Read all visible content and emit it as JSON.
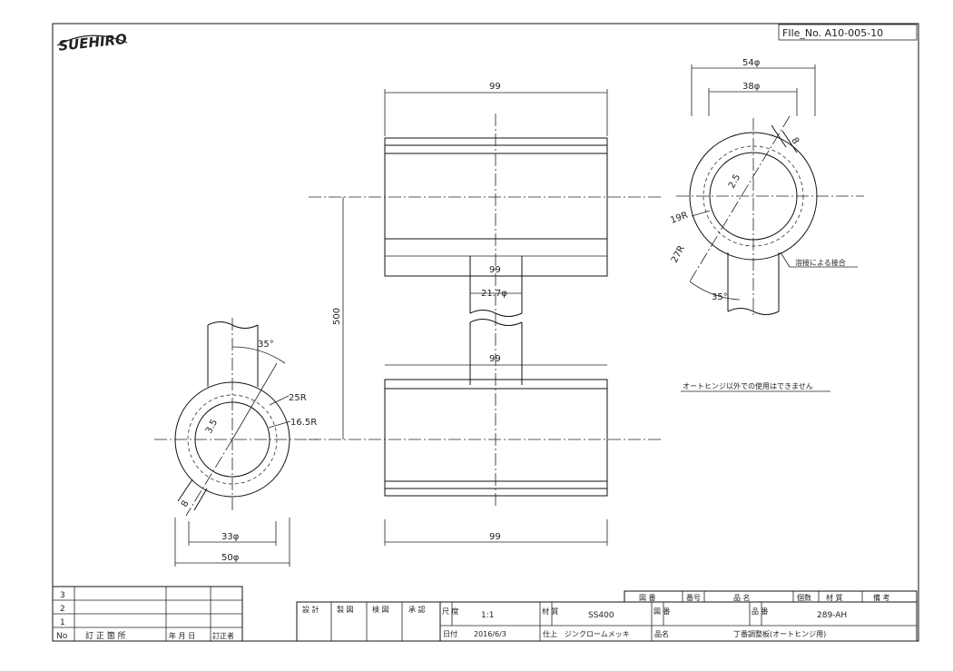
{
  "header": {
    "logo_text": "SUEHIRO",
    "file_no": "FIle_No. A10-005-10"
  },
  "dimensions": {
    "top_width": "99",
    "mid_width": "99",
    "lower_width": "99",
    "bottom_width": "99",
    "stem_dia": "21.7φ",
    "vertical_span": "500",
    "left_angle": "35°",
    "left_outer_r": "25R",
    "left_inner_r": "16.5R",
    "left_weld": "3.5",
    "left_thick": "8",
    "left_inner_dia": "33φ",
    "left_outer_dia": "50φ",
    "right_outer_dia": "54φ",
    "right_inner_dia": "38φ",
    "right_thick": "8",
    "right_weld": "2.5",
    "right_r1": "19R",
    "right_r2": "27R",
    "right_angle": "35°"
  },
  "notes": {
    "weld_note": "溶接による接合",
    "usage_note": "オートヒンジ以外での使用はできません"
  },
  "revision_table": {
    "rows": [
      "3",
      "2",
      "1"
    ],
    "header": {
      "no": "No",
      "desc": "訂 正 箇 所",
      "date": "年 月 日",
      "by": "訂正者"
    }
  },
  "title_block": {
    "approvals": [
      "設 計",
      "製 図",
      "検 図",
      "承 認"
    ],
    "scale_label": "尺 度",
    "scale_value": "1:1",
    "material_label": "材 質",
    "material_value": "SS400",
    "drawing_no_label": "図 番",
    "part_no_label": "品 番",
    "part_no_value": "289-AH",
    "date_label": "日付",
    "date_value": "2016/6/3",
    "finish_label": "仕上",
    "finish_value": "ジンクロームメッキ",
    "name_label": "品名",
    "name_value": "丁番調整板(オートヒンジ用)",
    "parts_header": [
      "図 番",
      "番号",
      "品 名",
      "個数",
      "材 質",
      "備 考"
    ]
  }
}
